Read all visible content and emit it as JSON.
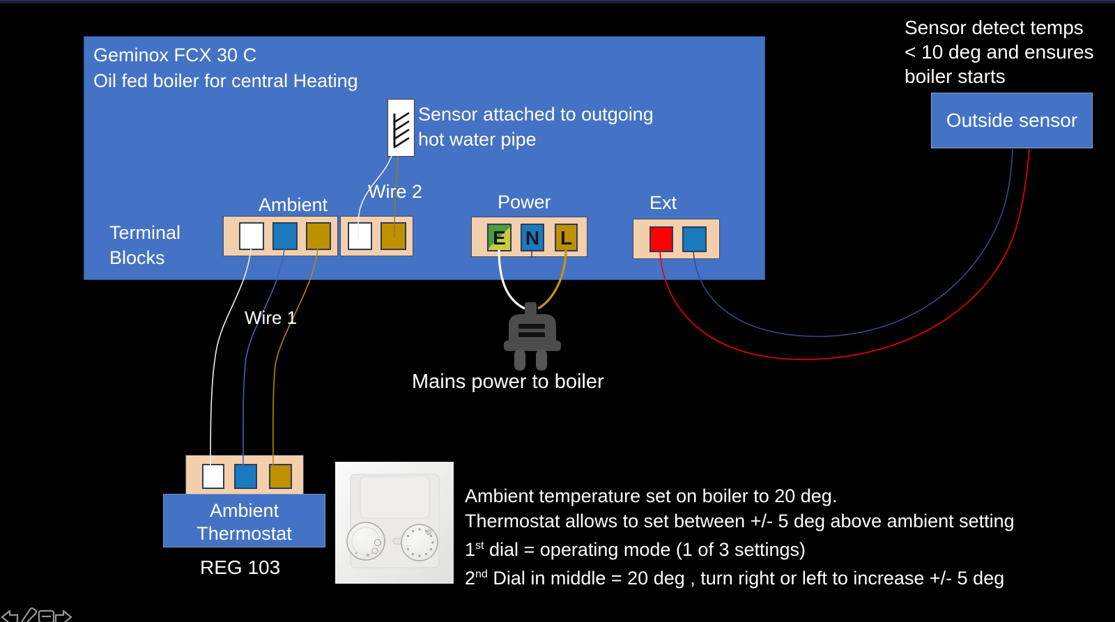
{
  "slide": {
    "boiler": {
      "title_line1": "Geminox FCX 30 C",
      "title_line2": "Oil fed boiler for central Heating",
      "sensor_note_line1": "Sensor attached to outgoing",
      "sensor_note_line2": "hot water pipe",
      "terminal_blocks_line1": "Terminal",
      "terminal_blocks_line2": "Blocks",
      "ambient_label": "Ambient",
      "wire2_label": "Wire 2",
      "power_label": "Power",
      "ext_label": "Ext",
      "power_terminals": [
        "E",
        "N",
        "L"
      ]
    },
    "wire1_label": "Wire 1",
    "mains_label": "Mains power to boiler",
    "outside_sensor": {
      "note_line1": "Sensor detect temps",
      "note_line2": "< 10 deg and ensures",
      "note_line3": "boiler starts",
      "label": "Outside sensor"
    },
    "thermostat": {
      "label_line1": "Ambient",
      "label_line2": "Thermostat",
      "model": "REG 103"
    },
    "notes": {
      "line1": "Ambient temperature set on boiler to 20 deg.",
      "line2": "Thermostat allows to set between +/- 5 deg above ambient setting",
      "line3_num": "1",
      "line3_sup": "st",
      "line3_rest": " dial = operating mode (1 of 3 settings)",
      "line4_num": "2",
      "line4_sup": "nd",
      "line4_rest": " Dial in middle = 20 deg , turn right or left to increase +/- 5 deg"
    }
  },
  "colors": {
    "slide_blue": "#4472c4",
    "terminal_peach": "#f4cfac",
    "terminal_blue": "#1b79be",
    "terminal_gold": "#bf9000",
    "terminal_red": "#fe0101",
    "earth_green": "#4f9c3f",
    "earth_yellow": "#cbcd41",
    "wire_white": "#f0f0f0",
    "wire_blue": "#3c67b5",
    "wire_gold": "#b8890a",
    "wire_red": "#e80000",
    "wire_navy": "#2c4d8e",
    "top_strip": "#15203c"
  }
}
